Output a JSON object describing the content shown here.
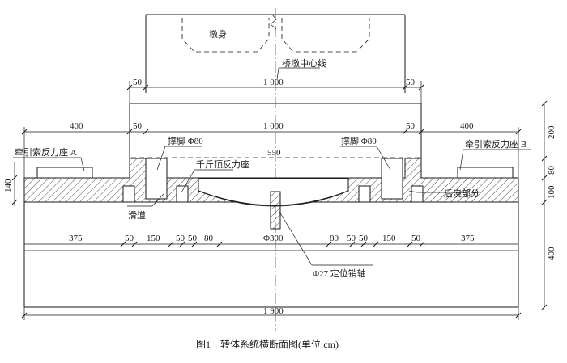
{
  "labels": {
    "pier_body": "墩身",
    "pier_center": "桥墩中心线",
    "brace_left": "撑脚 Φ80",
    "brace_right": "撑脚 Φ80",
    "reaction_a": "牵引索反力座 A",
    "reaction_b": "牵引索反力座 B",
    "jack_seat": "千斤顶反力座",
    "slide": "滑道",
    "post_cast": "后浇部分",
    "pin": "Φ27 定位销轴",
    "phi390": "Φ390"
  },
  "dims": {
    "top_50_l": "50",
    "top_1000": "1 000",
    "top_50_r": "50",
    "upper_400_l": "400",
    "upper_50_l": "50",
    "upper_1000": "1 000",
    "upper_50_r": "50",
    "upper_400_r": "400",
    "mid_550": "550",
    "d375_l": "375",
    "d50_a": "50",
    "d150_l": "150",
    "d50_b": "50",
    "d50_c": "50",
    "d80_l": "80",
    "d80_r": "80",
    "d50_d": "50",
    "d50_e": "50",
    "d150_r": "150",
    "d50_f": "50",
    "d375_r": "375",
    "bottom_1900": "1 900",
    "left_140": "140",
    "right_200": "200",
    "right_80": "80",
    "right_100": "100",
    "right_400": "400"
  },
  "caption": "图1　转体系统横断面图(单位:cm)"
}
